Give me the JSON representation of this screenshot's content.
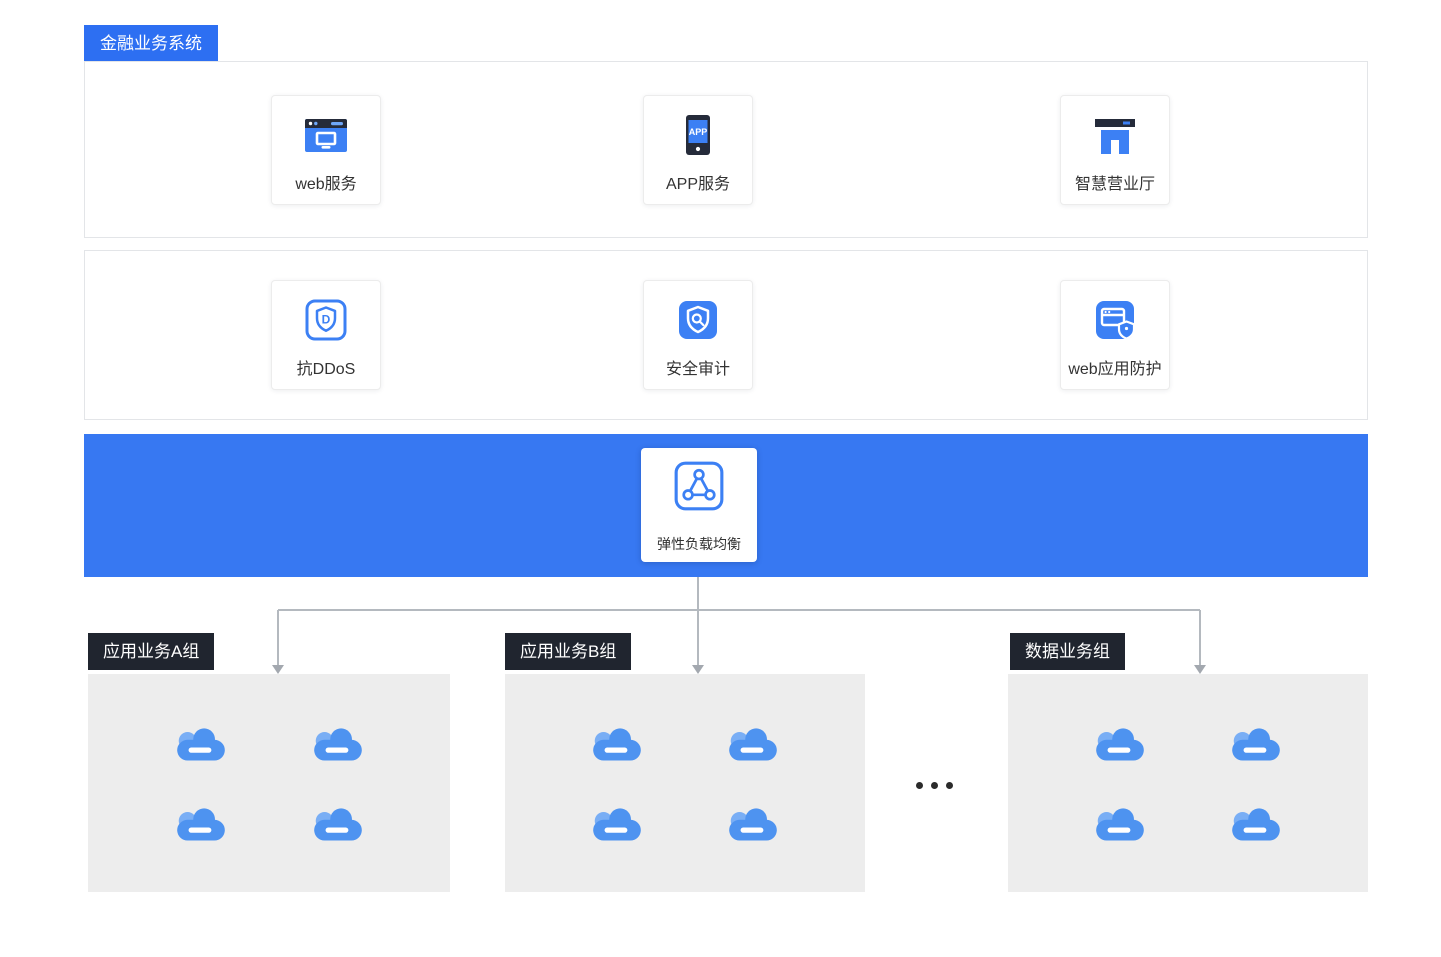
{
  "title": {
    "label": "金融业务系统"
  },
  "service_layer": {
    "items": [
      {
        "label": "web服务",
        "icon": "web-service-icon"
      },
      {
        "label": "APP服务",
        "icon": "app-service-icon",
        "icon_text": "APP"
      },
      {
        "label": "智慧营业厅",
        "icon": "smart-hall-icon"
      }
    ]
  },
  "security_layer": {
    "items": [
      {
        "label": "抗DDoS",
        "icon": "anti-ddos-icon",
        "icon_text": "D"
      },
      {
        "label": "安全审计",
        "icon": "security-audit-icon"
      },
      {
        "label": "web应用防护",
        "icon": "web-app-firewall-icon"
      }
    ]
  },
  "load_balancer": {
    "label": "弹性负载均衡",
    "icon": "elastic-load-balance-icon"
  },
  "server_groups": [
    {
      "label": "应用业务A组",
      "server_count": 4
    },
    {
      "label": "应用业务B组",
      "server_count": 4
    },
    {
      "label": "数据业务组",
      "server_count": 4
    }
  ],
  "ellipsis": "...",
  "colors": {
    "accent_blue": "#3778F2",
    "icon_blue": "#3C80F4",
    "dark_navy": "#252B3A",
    "group_label_bg": "#20252F",
    "group_box_bg": "#EDEDED",
    "panel_border": "#E3E5E8",
    "connector_gray": "#B4B9BF"
  }
}
